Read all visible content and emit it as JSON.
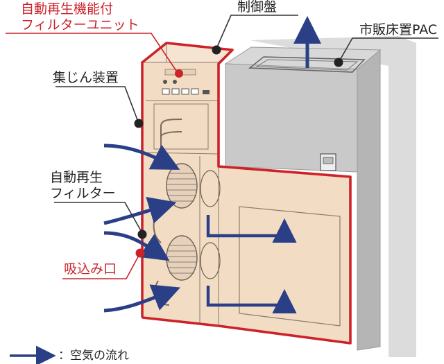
{
  "labels": {
    "filter_unit_line1": "自動再生機能付",
    "filter_unit_line2": "フィルターユニット",
    "control_panel": "制御盤",
    "pac": "市販床置PAC",
    "dust_collector": "集じん装置",
    "auto_filter_line1": "自動再生",
    "auto_filter_line2": "フィルター",
    "intake": "吸込み口",
    "legend_air_flow": "：空気の流れ"
  },
  "colors": {
    "highlight_red": "#cc2229",
    "air_flow_blue": "#2b3f87",
    "unit_fill": "#f2dcc4",
    "pac_body": "#cfcfcf",
    "leader_dark": "#333333"
  }
}
